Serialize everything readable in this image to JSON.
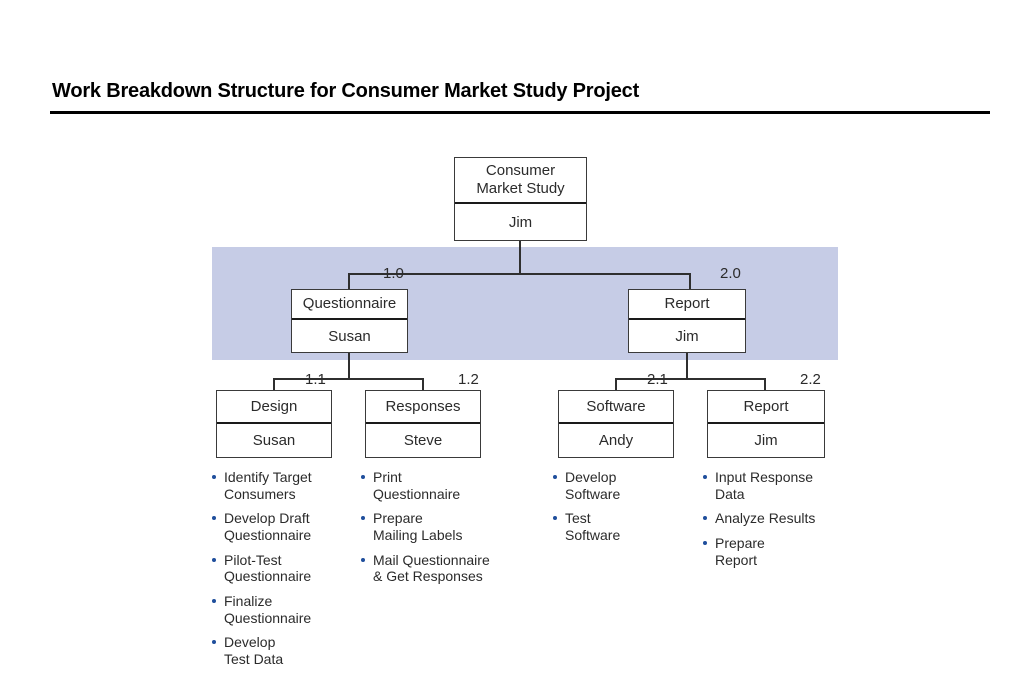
{
  "slide": {
    "title": "Work Breakdown Structure for Consumer Market Study Project"
  },
  "colors": {
    "band": "#c6cce6",
    "bullet": "#1f4e9c",
    "box_border": "#3a3a3a",
    "text": "#2b2b2b",
    "rule": "#000000"
  },
  "chart_data": {
    "type": "diagram",
    "diagram_type": "work-breakdown-structure",
    "title": "Work Breakdown Structure for Consumer Market Study Project",
    "root": {
      "wbs": "",
      "task": "Consumer\nMarket Study",
      "owner": "Jim"
    },
    "level1": [
      {
        "wbs": "1.0",
        "task": "Questionnaire",
        "owner": "Susan"
      },
      {
        "wbs": "2.0",
        "task": "Report",
        "owner": "Jim"
      }
    ],
    "level2": [
      {
        "wbs": "1.1",
        "task": "Design",
        "owner": "Susan",
        "activities": [
          "Identify Target\nConsumers",
          "Develop Draft\nQuestionnaire",
          "Pilot-Test\nQuestionnaire",
          "Finalize\nQuestionnaire",
          "Develop\nTest Data"
        ]
      },
      {
        "wbs": "1.2",
        "task": "Responses",
        "owner": "Steve",
        "activities": [
          "Print\nQuestionnaire",
          "Prepare\nMailing Labels",
          "Mail Questionnaire\n& Get Responses"
        ]
      },
      {
        "wbs": "2.1",
        "task": "Software",
        "owner": "Andy",
        "activities": [
          "Develop\nSoftware",
          "Test\nSoftware"
        ]
      },
      {
        "wbs": "2.2",
        "task": "Report",
        "owner": "Jim",
        "activities": [
          "Input Response\nData",
          "Analyze Results",
          "Prepare\nReport"
        ]
      }
    ]
  }
}
